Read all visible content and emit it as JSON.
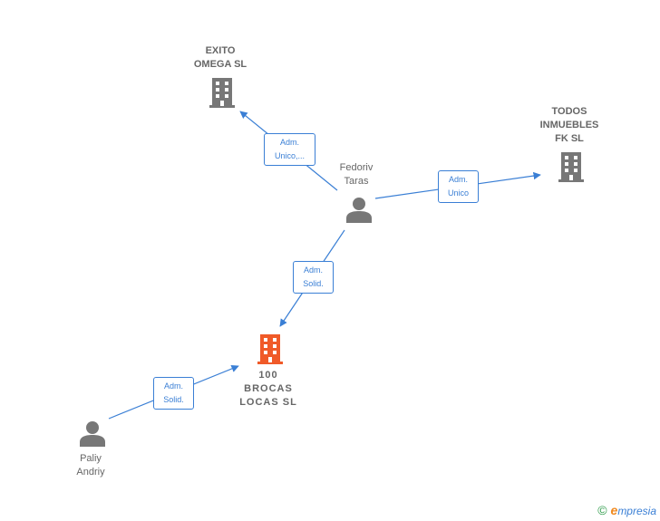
{
  "nodes": {
    "exito": {
      "name": "EXITO\nOMEGA SL",
      "type": "company"
    },
    "todos": {
      "name": "TODOS\nINMUEBLES\nFK  SL",
      "type": "company"
    },
    "fedoriv": {
      "name": "Fedoriv\nTaras",
      "type": "person"
    },
    "brocas": {
      "name": "100\nBROCAS\nLOCAS  SL",
      "type": "company-highlight"
    },
    "paliy": {
      "name": "Paliy\nAndriy",
      "type": "person"
    }
  },
  "edges": {
    "fedoriv_exito": {
      "label": "Adm.\nUnico,..."
    },
    "fedoriv_todos": {
      "label": "Adm.\nUnico"
    },
    "fedoriv_brocas": {
      "label": "Adm.\nSolid."
    },
    "paliy_brocas": {
      "label": "Adm.\nSolid."
    }
  },
  "colors": {
    "company": "#777777",
    "highlight": "#f05a28",
    "person": "#777777",
    "edge": "#3a7fd5"
  },
  "copyright": {
    "symbol": "©",
    "brand_initial": "e",
    "brand_rest": "mpresia"
  }
}
